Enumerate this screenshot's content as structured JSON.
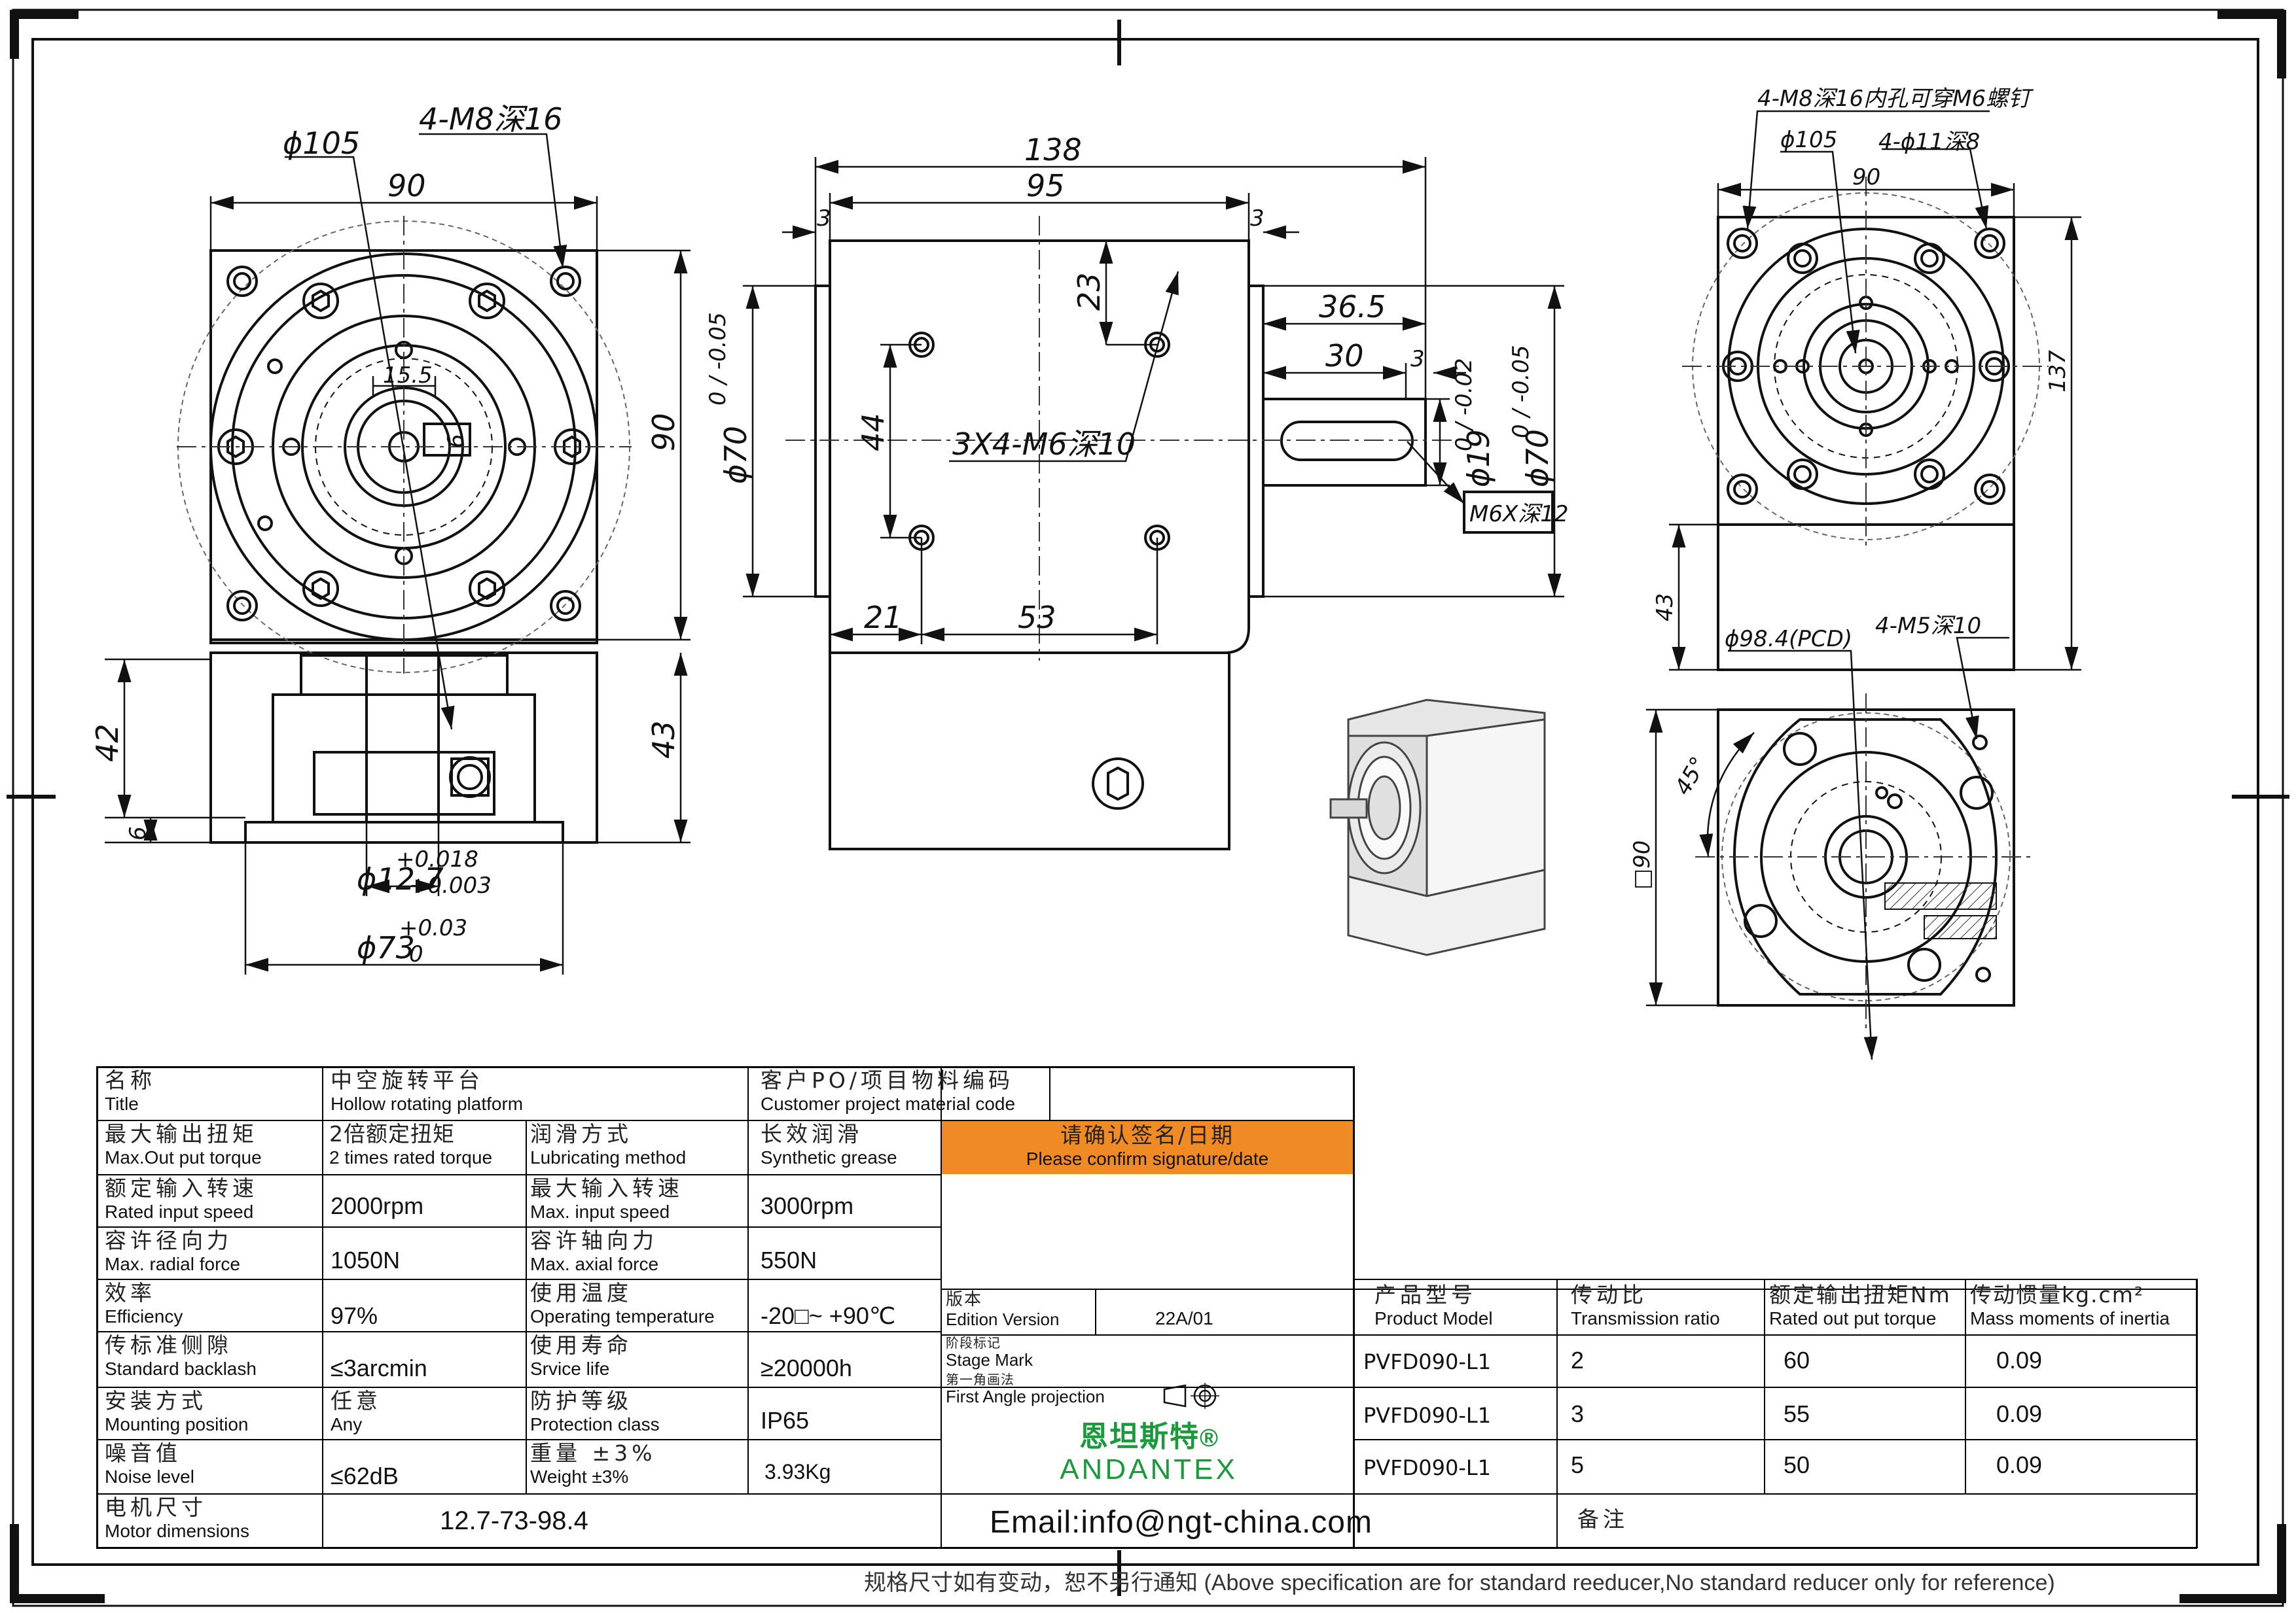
{
  "dimensions": {
    "front": {
      "bolt_circle": "ϕ105",
      "thread": "4-M8深16",
      "square": "90",
      "center_offset": "15.5",
      "key": "6",
      "height": "90",
      "base_height": "43",
      "shaft_height": "42",
      "base_step": "6",
      "bore": "ϕ12.7",
      "bore_tol_upper": "+0.018",
      "bore_tol_lower": "+0.003",
      "pilot": "ϕ73",
      "pilot_tol_upper": "+0.03",
      "pilot_tol_lower": "0"
    },
    "side": {
      "overall": "138",
      "body": "95",
      "flange_left": "3",
      "flange_right": "3",
      "hole_offset": "23",
      "holes_note": "3X4-M6深10",
      "hole_spacing_v": "44",
      "hole_x": "21",
      "hole_spacing_h": "53",
      "shaft_length": "36.5",
      "key_length": "30",
      "key_offset": "3",
      "shaft_dia": "ϕ19",
      "shaft_tol": "0 / -0.02",
      "pilot_dia_left": "ϕ70",
      "pilot_dia_right": "ϕ70",
      "pilot_tol": "0 / -0.05",
      "end_tap": "M6X深12"
    },
    "right_top": {
      "thread_note": "4-M8深16内孔可穿M6螺钉",
      "bolt_circle": "ϕ105",
      "holes": "4-ϕ11深8",
      "square": "90",
      "height": "137",
      "base": "43"
    },
    "right_bottom": {
      "pcd": "ϕ98.4(PCD)",
      "thread": "4-M5深10",
      "angle": "45°",
      "square": "□90"
    }
  },
  "spec_table": {
    "title_cn": "名称",
    "title_en": "Title",
    "product_cn": "中空旋转平台",
    "product_en": "Hollow rotating platform",
    "customer_cn": "客户PO/项目物料编码",
    "customer_en": "Customer project material code",
    "rows": [
      {
        "cn": "最大输出扭矩",
        "en": "Max.Out put torque",
        "value_cn": "2倍额定扭矩",
        "value_en": "2 times rated torque",
        "cn2": "润滑方式",
        "en2": "Lubricating method",
        "value2_cn": "长效润滑",
        "value2_en": "Synthetic grease"
      },
      {
        "cn": "额定输入转速",
        "en": "Rated input speed",
        "value": "2000rpm",
        "cn2": "最大输入转速",
        "en2": "Max. input speed",
        "value2": "3000rpm"
      },
      {
        "cn": "容许径向力",
        "en": "Max. radial force",
        "value": "1050N",
        "cn2": "容许轴向力",
        "en2": "Max. axial force",
        "value2": "550N"
      },
      {
        "cn": "效率",
        "en": "Efficiency",
        "value": "97%",
        "cn2": "使用温度",
        "en2": "Operating temperature",
        "value2": "-20□~ +90℃"
      },
      {
        "cn": "传标准侧隙",
        "en": "Standard backlash",
        "value": "≤3arcmin",
        "cn2": "使用寿命",
        "en2": "Srvice life",
        "value2": "≥20000h"
      },
      {
        "cn": "安装方式",
        "en": "Mounting position",
        "value_cn": "任意",
        "value_en": "Any",
        "cn2": "防护等级",
        "en2": "Protection class",
        "value2": "IP65"
      },
      {
        "cn": "噪音值",
        "en": "Noise level",
        "value": "≤62dB",
        "cn2": "重量 ±3%",
        "en2": "Weight ±3%",
        "value2": "3.93Kg"
      }
    ],
    "motor_cn": "电机尺寸",
    "motor_en": "Motor dimensions",
    "motor_value": "12.7-73-98.4"
  },
  "signature": {
    "cn": "请确认签名/日期",
    "en": "Please confirm signature/date",
    "color": "#F08A24"
  },
  "edition": {
    "cn": "版本",
    "en": "Edition Version",
    "value": "22A/01",
    "stage_cn": "阶段标记",
    "stage_en": "Stage Mark",
    "projection_cn": "第一角画法",
    "projection_en": "First Angle projection"
  },
  "logo": {
    "cn": "恩坦斯特",
    "reg": "®",
    "en": "ANDANTEX",
    "color": "#1a9a3a"
  },
  "email": "Email:info@ngt-china.com",
  "remark_cn": "备注",
  "models_table": {
    "headers": [
      {
        "cn": "产品型号",
        "en": "Product Model"
      },
      {
        "cn": "传动比",
        "en": "Transmission ratio"
      },
      {
        "cn": "额定输出扭矩Nm",
        "en": "Rated out put torque"
      },
      {
        "cn": "传动惯量kg.cm²",
        "en": "Mass moments of inertia"
      }
    ],
    "rows": [
      {
        "model": "PVFD090-L1",
        "ratio": "2",
        "torque": "60",
        "inertia": "0.09"
      },
      {
        "model": "PVFD090-L1",
        "ratio": "3",
        "torque": "55",
        "inertia": "0.09"
      },
      {
        "model": "PVFD090-L1",
        "ratio": "5",
        "torque": "50",
        "inertia": "0.09"
      }
    ]
  },
  "footer_note": "规格尺寸如有变动，恕不另行通知 (Above specification are for standard reeducer,No standard reducer only for reference)"
}
